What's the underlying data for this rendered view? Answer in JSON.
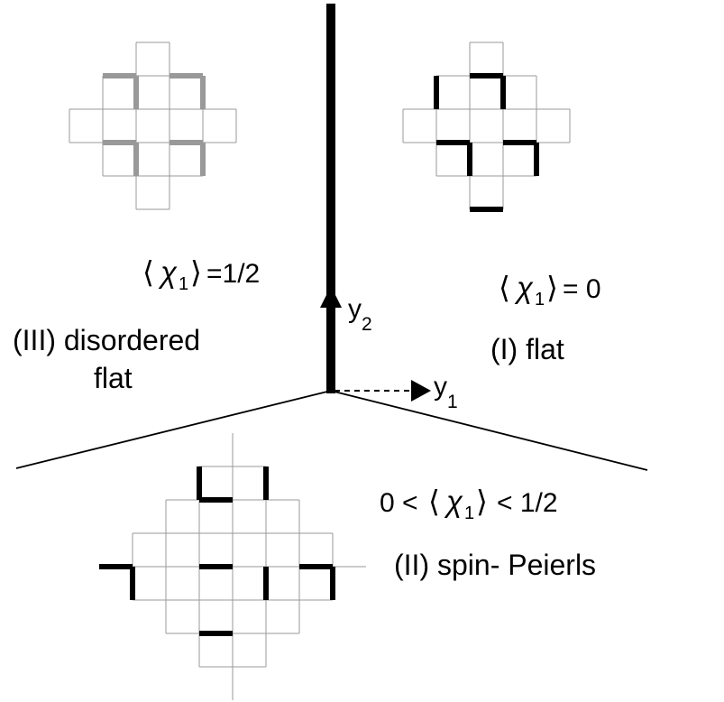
{
  "colors": {
    "ink": "#000000",
    "disordered_dimer": "#999999",
    "thin_bond": "#9a9a9a",
    "background": "#ffffff"
  },
  "axes": {
    "y1": {
      "name": "y",
      "sub": "1",
      "style": "dashed"
    },
    "y2": {
      "name": "y",
      "sub": "2",
      "style": "thick"
    }
  },
  "phases": [
    {
      "id": "III",
      "label_line1": "(III) disordered",
      "label_line2": "flat",
      "order_value": "=1/2",
      "dimer_color": "gray"
    },
    {
      "id": "I",
      "label_line1": "(I) flat",
      "order_value": "= 0",
      "dimer_color": "black"
    },
    {
      "id": "II",
      "label_line1": "(II) spin- Peierls",
      "order_prefix": "0 <",
      "order_value": "< 1/2",
      "dimer_color": "black"
    }
  ],
  "order_parameter": {
    "symbol": "χ",
    "sub": "1"
  }
}
